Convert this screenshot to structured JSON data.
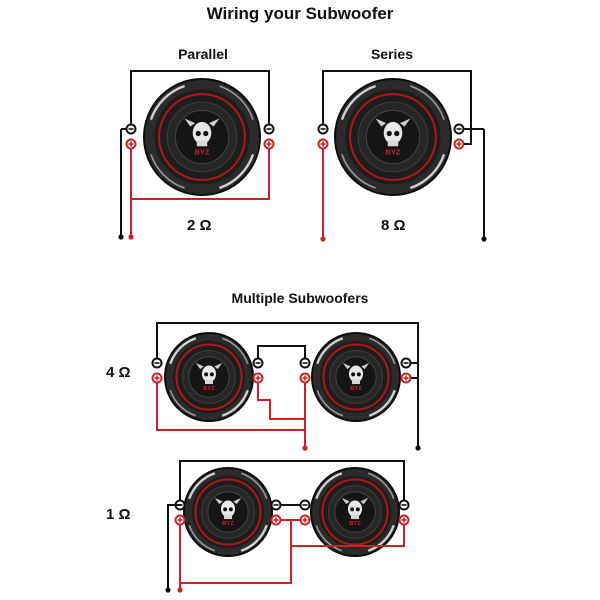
{
  "title": "Wiring  your Subwoofer",
  "sections": {
    "parallel": {
      "label": "Parallel",
      "impedance": "2 Ω"
    },
    "series": {
      "label": "Series",
      "impedance": "8 Ω"
    },
    "multiple": {
      "label": "Multiple Subwoofers"
    }
  },
  "multiple_rows": [
    {
      "impedance": "4 Ω"
    },
    {
      "impedance": "1 Ω"
    }
  ],
  "speaker": {
    "badge": "BYZ",
    "cone_icon": "skull-logo-icon"
  },
  "colors": {
    "positive_wire": "#cc2222",
    "negative_wire": "#111111",
    "speaker_body": "#1a1a1a",
    "accent_ring": "#b01818"
  }
}
